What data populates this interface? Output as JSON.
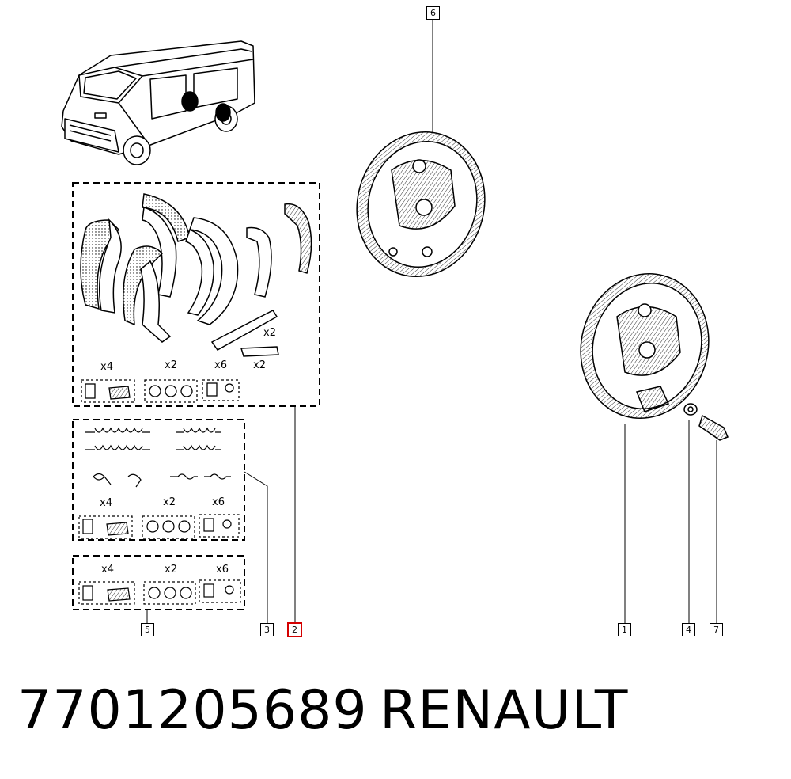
{
  "footer": {
    "part_number": "7701205689",
    "brand": "RENAULT"
  },
  "callouts": {
    "c1": "1",
    "c2": "2",
    "c3": "3",
    "c4": "4",
    "c5": "5",
    "c6": "6",
    "c7": "7"
  },
  "quantities": {
    "g2_bolts": "x4",
    "g2_nuts": "x2",
    "g2_clips": "x6",
    "g2_springs": "x2",
    "g2_springs_b": "x2",
    "g3_bolts": "x4",
    "g3_nuts": "x2",
    "g3_clips": "x6",
    "g5_bolts": "x4",
    "g5_nuts": "x2",
    "g5_clips": "x6"
  },
  "colors": {
    "line": "#000000",
    "highlight": "#d40000",
    "background": "#ffffff"
  }
}
